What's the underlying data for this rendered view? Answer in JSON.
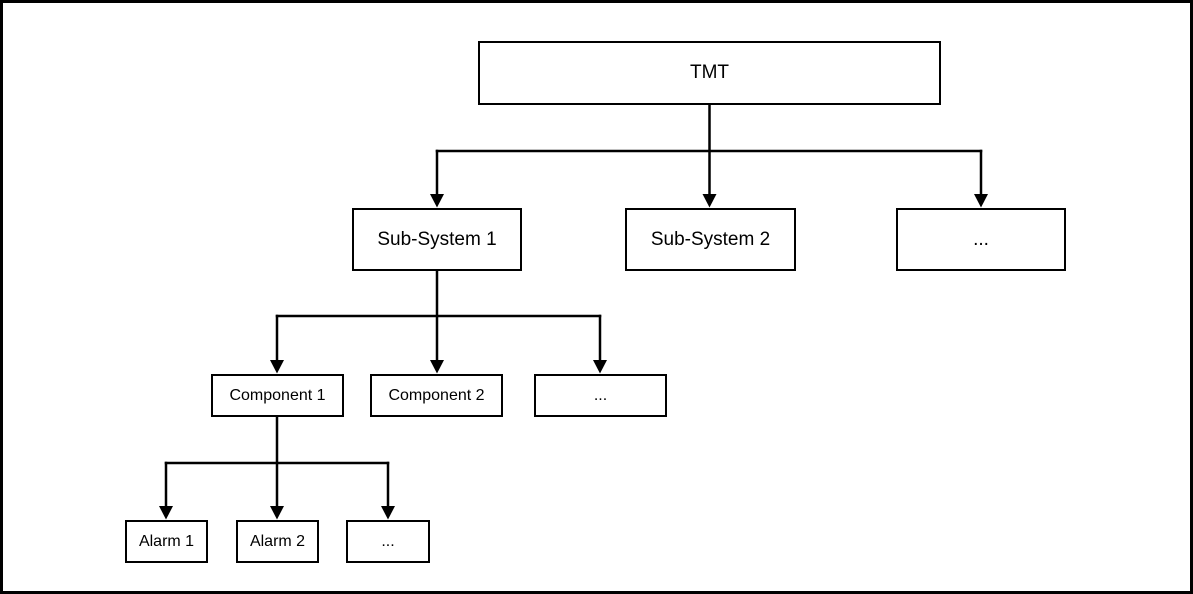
{
  "diagram": {
    "type": "tree-hierarchy",
    "colors": {
      "background": "#ffffff",
      "line": "#000000",
      "box_border": "#000000",
      "text": "#000000"
    },
    "root": {
      "label": "TMT"
    },
    "subsystems": [
      {
        "label": "Sub-System 1"
      },
      {
        "label": "Sub-System 2"
      },
      {
        "label": "..."
      }
    ],
    "components": [
      {
        "label": "Component 1"
      },
      {
        "label": "Component 2"
      },
      {
        "label": "..."
      }
    ],
    "alarms": [
      {
        "label": "Alarm 1"
      },
      {
        "label": "Alarm 2"
      },
      {
        "label": "..."
      }
    ],
    "edges": [
      {
        "from": "TMT",
        "to": "Sub-System 1"
      },
      {
        "from": "TMT",
        "to": "Sub-System 2"
      },
      {
        "from": "TMT",
        "to": "..."
      },
      {
        "from": "Sub-System 1",
        "to": "Component 1"
      },
      {
        "from": "Sub-System 1",
        "to": "Component 2"
      },
      {
        "from": "Sub-System 1",
        "to": "..."
      },
      {
        "from": "Component 1",
        "to": "Alarm 1"
      },
      {
        "from": "Component 1",
        "to": "Alarm 2"
      },
      {
        "from": "Component 1",
        "to": "..."
      }
    ]
  }
}
